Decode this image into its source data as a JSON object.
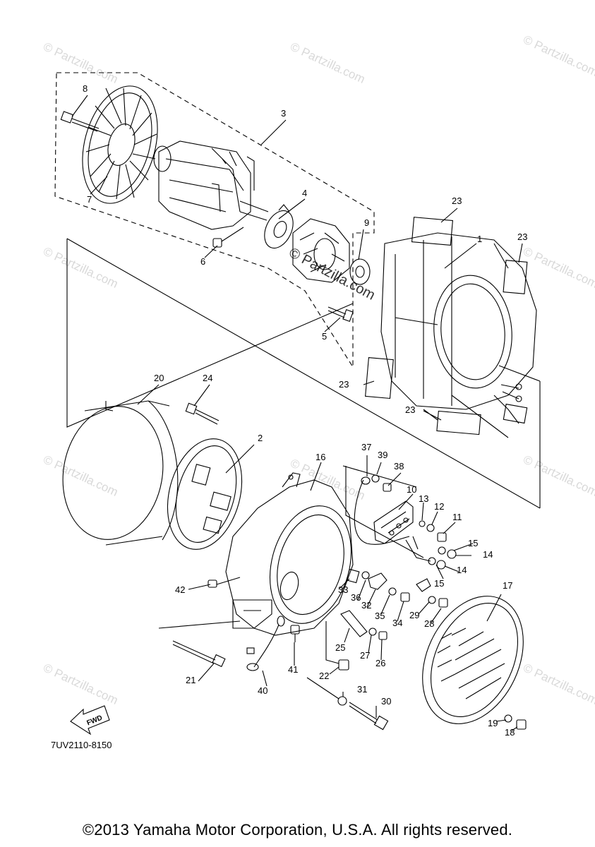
{
  "callouts": {
    "c1": "1",
    "c2": "2",
    "c3": "3",
    "c4": "4",
    "c5": "5",
    "c6": "6",
    "c7": "7",
    "c8": "8",
    "c9": "9",
    "c10": "10",
    "c11": "11",
    "c12": "12",
    "c13": "13",
    "c14a": "14",
    "c14b": "14",
    "c15a": "15",
    "c15b": "15",
    "c16": "16",
    "c17": "17",
    "c18": "18",
    "c19": "19",
    "c20": "20",
    "c21": "21",
    "c22": "22",
    "c23a": "23",
    "c23b": "23",
    "c23c": "23",
    "c23d": "23",
    "c24": "24",
    "c25": "25",
    "c26": "26",
    "c27": "27",
    "c28": "28",
    "c29": "29",
    "c30": "30",
    "c31": "31",
    "c32": "32",
    "c33": "33",
    "c34": "34",
    "c35": "35",
    "c36": "36",
    "c37": "37",
    "c38": "38",
    "c39": "39",
    "c40": "40",
    "c41": "41",
    "c42": "42"
  },
  "fwd_label": "FWD",
  "part_code": "7UV2110-8150",
  "watermark": "© Partzilla.com",
  "copyright": "©2013 Yamaha Motor Corporation, U.S.A. All rights reserved."
}
